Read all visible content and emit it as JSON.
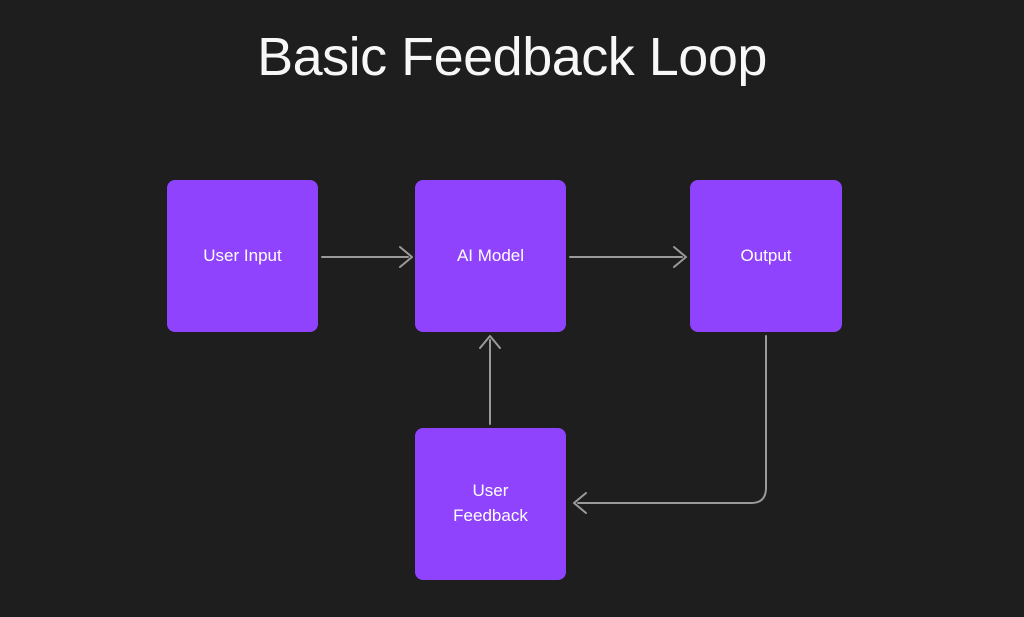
{
  "diagram": {
    "title": "Basic Feedback Loop",
    "type": "flowchart",
    "background_color": "#1e1e1e",
    "node_color": "#9043fc",
    "node_text_color": "#ffffff",
    "edge_color": "#9a9a9a",
    "title_color": "#f7f7f7",
    "nodes": [
      {
        "id": "user-input",
        "label": "User Input"
      },
      {
        "id": "ai-model",
        "label": "AI Model"
      },
      {
        "id": "output",
        "label": "Output"
      },
      {
        "id": "user-feedback",
        "label": "User\nFeedback"
      }
    ],
    "edges": [
      {
        "from": "user-input",
        "to": "ai-model",
        "style": "straight-right"
      },
      {
        "from": "ai-model",
        "to": "output",
        "style": "straight-right"
      },
      {
        "from": "output",
        "to": "user-feedback",
        "style": "elbow-down-left"
      },
      {
        "from": "user-feedback",
        "to": "ai-model",
        "style": "straight-up"
      }
    ]
  }
}
